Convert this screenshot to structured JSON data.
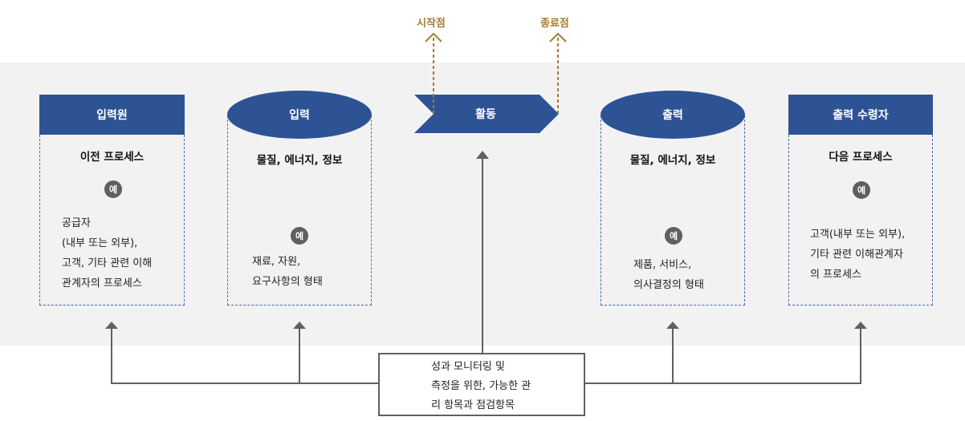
{
  "colors": {
    "header_fill": "#2e5395",
    "band_bg": "#f2f2f2",
    "dashed_border": "#4a6aa8",
    "marker_color": "#a87a33",
    "connector": "#606060",
    "example_badge": "#5f5f5f"
  },
  "markers": {
    "start": "시작점",
    "end": "종료점"
  },
  "example_badge": "예",
  "columns": [
    {
      "header": "입력원",
      "shape": "rectangle",
      "title": "이전 프로세스",
      "description": [
        "공급자",
        "(내부 또는 외부),",
        "고객, 기타 관련 이해",
        "관계자의 프로세스"
      ]
    },
    {
      "header": "입력",
      "shape": "ellipse",
      "title": "물질, 에너지, 정보",
      "description": [
        "재료, 자원,",
        "요구사항의 형태"
      ]
    },
    {
      "header": "활동",
      "shape": "chevron"
    },
    {
      "header": "출력",
      "shape": "ellipse",
      "title": "물질, 에너지, 정보",
      "description": [
        "제품, 서비스,",
        "의사결정의 형태"
      ]
    },
    {
      "header": "출력 수령자",
      "shape": "rectangle",
      "title": "다음 프로세스",
      "description": [
        "고객(내부 또는 외부),",
        "기타 관련 이해관계자",
        "의 프로세스"
      ]
    }
  ],
  "monitoring": {
    "lines": [
      "성과 모니터링 및",
      "측정을 위한, 가능한 관",
      "리 항목과 점검항목"
    ]
  }
}
